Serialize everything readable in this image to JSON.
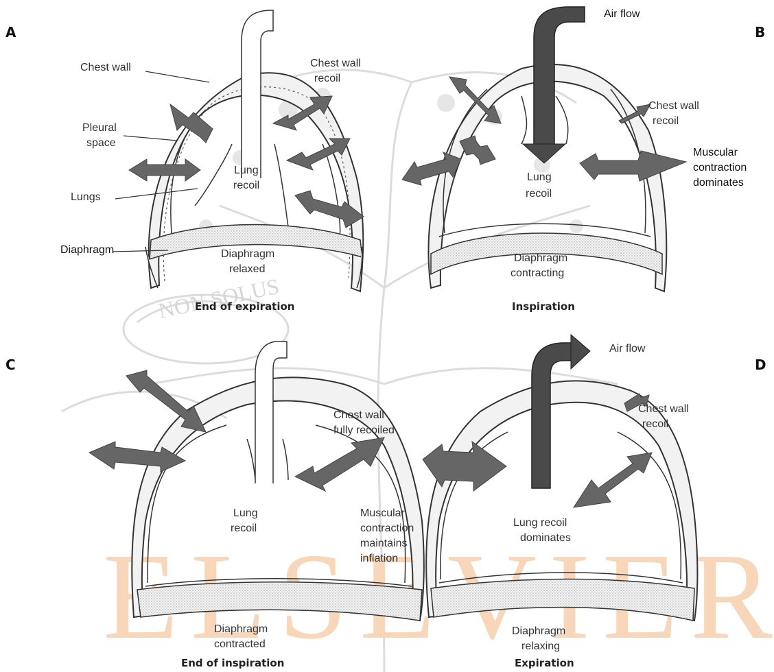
{
  "panels": {
    "A": {
      "letter": "A",
      "caption": "End of expiration",
      "labels": {
        "chest_wall": "Chest wall",
        "chest_wall_recoil_1": "Chest wall",
        "chest_wall_recoil_2": "recoil",
        "pleural_1": "Pleural",
        "pleural_2": "space",
        "lung_1": "Lung",
        "lung_2": "recoil",
        "lungs": "Lungs",
        "diaphragm": "Diaphragm",
        "diaphragm_state_1": "Diaphragm",
        "diaphragm_state_2": "relaxed"
      }
    },
    "B": {
      "letter": "B",
      "caption": "Inspiration",
      "labels": {
        "air_flow": "Air flow",
        "chest_wall_recoil_1": "Chest wall",
        "chest_wall_recoil_2": "recoil",
        "muscular_1": "Muscular",
        "muscular_2": "contraction",
        "muscular_3": "dominates",
        "lung_1": "Lung",
        "lung_2": "recoil",
        "diaphragm_state_1": "Diaphragm",
        "diaphragm_state_2": "contracting"
      }
    },
    "C": {
      "letter": "C",
      "caption": "End of inspiration",
      "labels": {
        "chest_wall_1": "Chest wall",
        "chest_wall_2": "fully recoiled",
        "lung_1": "Lung",
        "lung_2": "recoil",
        "muscular_1": "Muscular",
        "muscular_2": "contraction",
        "muscular_3": "maintains",
        "muscular_4": "inflation",
        "diaphragm_state_1": "Diaphragm",
        "diaphragm_state_2": "contracted"
      }
    },
    "D": {
      "letter": "D",
      "caption": "Expiration",
      "labels": {
        "air_flow": "Air flow",
        "chest_wall_recoil_1": "Chest wall",
        "chest_wall_recoil_2": "recoil",
        "lung_1": "Lung recoil",
        "lung_2": "dominates",
        "diaphragm_state_1": "Diaphragm",
        "diaphragm_state_2": "relaxing"
      }
    }
  },
  "watermark": {
    "publisher": "ELSEVIER",
    "motto": "NON SOLUS"
  },
  "colors": {
    "arrow": "#666666",
    "airflow": "#4a4a4a",
    "outline": "#333333",
    "watermark_art": "#dcdcdc",
    "watermark_text": "#f7d6b9"
  }
}
